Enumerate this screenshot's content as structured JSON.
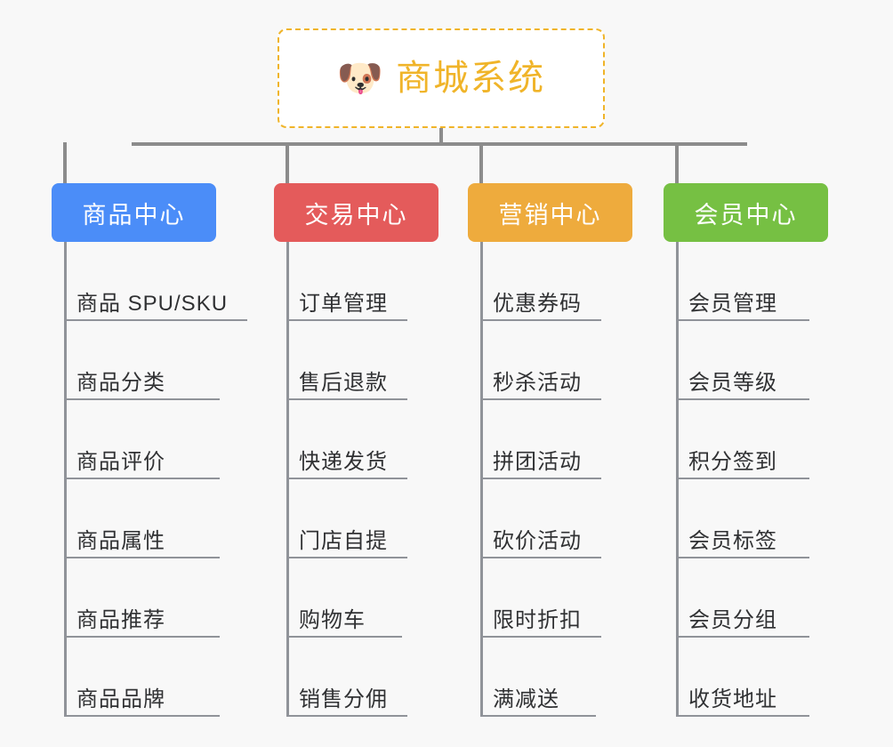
{
  "page": {
    "background_color": "#f8f8f8",
    "connector_color": "#8c8c8c",
    "leaf_line_color": "#909399",
    "leaf_text_color": "#303133"
  },
  "root": {
    "icon": "dog-face-emoji",
    "icon_glyph": "🐶",
    "title": "商城系统",
    "text_color": "#f0b429",
    "border_color": "#f0b429",
    "background_color": "#ffffff"
  },
  "branches": [
    {
      "title": "商品中心",
      "color": "#4b8df8",
      "leaves": [
        {
          "label": "商品 SPU/SKU"
        },
        {
          "label": "商品分类"
        },
        {
          "label": "商品评价"
        },
        {
          "label": "商品属性"
        },
        {
          "label": "商品推荐"
        },
        {
          "label": "商品品牌"
        }
      ]
    },
    {
      "title": "交易中心",
      "color": "#e45b5b",
      "leaves": [
        {
          "label": "订单管理"
        },
        {
          "label": "售后退款"
        },
        {
          "label": "快递发货"
        },
        {
          "label": "门店自提"
        },
        {
          "label": "购物车"
        },
        {
          "label": "销售分佣"
        }
      ]
    },
    {
      "title": "营销中心",
      "color": "#eeab3d",
      "leaves": [
        {
          "label": "优惠券码"
        },
        {
          "label": "秒杀活动"
        },
        {
          "label": "拼团活动"
        },
        {
          "label": "砍价活动"
        },
        {
          "label": "限时折扣"
        },
        {
          "label": "满减送"
        }
      ]
    },
    {
      "title": "会员中心",
      "color": "#76c043",
      "leaves": [
        {
          "label": "会员管理"
        },
        {
          "label": "会员等级"
        },
        {
          "label": "积分签到"
        },
        {
          "label": "会员标签"
        },
        {
          "label": "会员分组"
        },
        {
          "label": "收货地址"
        }
      ]
    }
  ]
}
